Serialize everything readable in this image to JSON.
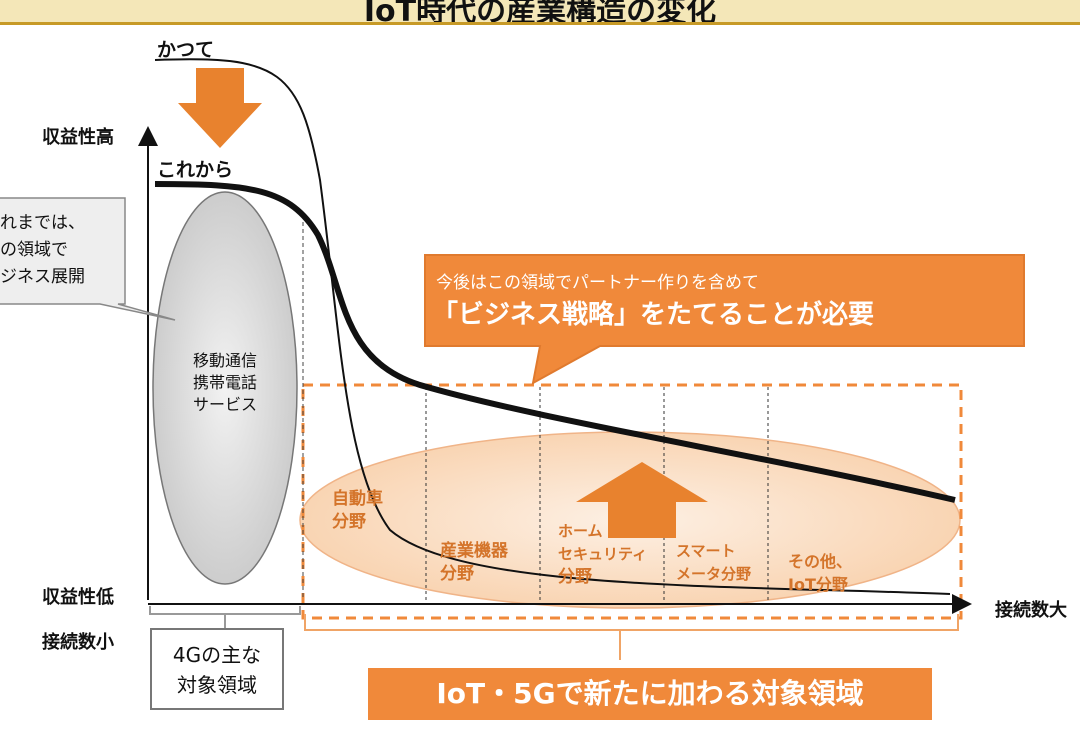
{
  "title": "IoT時代の産業構造の変化",
  "labels": {
    "past": "かつて",
    "future": "これから",
    "profit_high": "収益性高",
    "profit_low": "収益性低",
    "connections_small": "接続数小",
    "connections_large": "接続数大"
  },
  "callout_left": {
    "line1": "れまでは、",
    "line2": "の領域で",
    "line3": "ジネス展開"
  },
  "oval_left": {
    "line1": "移動通信",
    "line2": "携帯電話",
    "line3": "サービス"
  },
  "box_4g": {
    "line1": "4Gの主な",
    "line2": "対象領域"
  },
  "orange_callout": {
    "line1": "今後はこの領域でパートナー作りを含めて",
    "line2": "「ビジネス戦略」をたてることが必要"
  },
  "segments": [
    {
      "line1": "自動車",
      "line2": "分野"
    },
    {
      "line1": "産業機器",
      "line2": "分野"
    },
    {
      "line1": "ホーム",
      "line2": "セキュリティ",
      "line3": "分野"
    },
    {
      "line1": "スマート",
      "line2": "メータ分野"
    },
    {
      "line1": "その他、",
      "line2": "IoT分野"
    }
  ],
  "bottom_banner": "IoT・5Gで新たに加わる対象領域",
  "colors": {
    "orange": "#f0893a",
    "orange_dark": "#e07a2e",
    "orange_light": "#fbe3cf",
    "oval_gray": "#dcdcdc",
    "title_bg": "#f4e7b8",
    "title_border": "#c79a27"
  }
}
